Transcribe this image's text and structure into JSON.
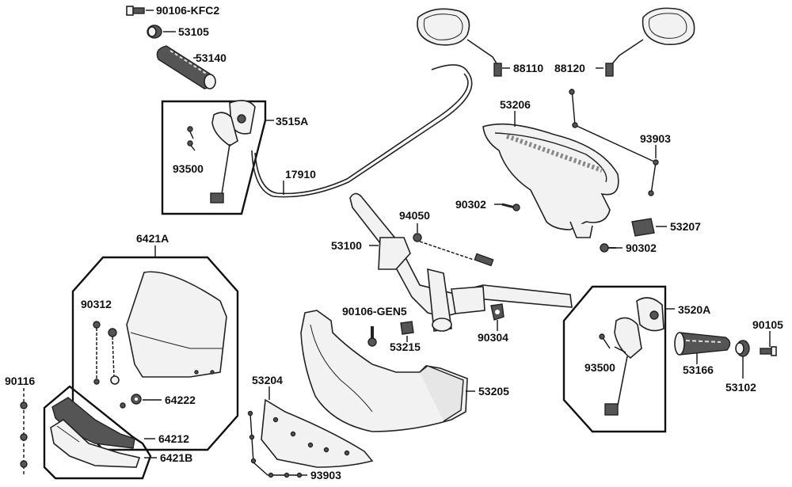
{
  "diagram": {
    "labels": {
      "p90106_kfc2": "90106-KFC2",
      "p53105": "53105",
      "p53140": "53140",
      "p3515a": "3515A",
      "p93500_left": "93500",
      "p17910": "17910",
      "p88110": "88110",
      "p88120": "88120",
      "p53206": "53206",
      "p93903_top": "93903",
      "p90302_a": "90302",
      "p53207": "53207",
      "p90302_b": "90302",
      "p94050": "94050",
      "p53100": "53100",
      "p6421a": "6421A",
      "p90312": "90312",
      "p64222": "64222",
      "p90106_gen5": "90106-GEN5",
      "p53215": "53215",
      "p90304": "90304",
      "p3520a": "3520A",
      "p90105": "90105",
      "p93500_right": "93500",
      "p53166": "53166",
      "p53102": "53102",
      "p90116": "90116",
      "p53204": "53204",
      "p53205": "53205",
      "p64212": "64212",
      "p6421b": "6421B",
      "p93903_bottom": "93903"
    }
  }
}
